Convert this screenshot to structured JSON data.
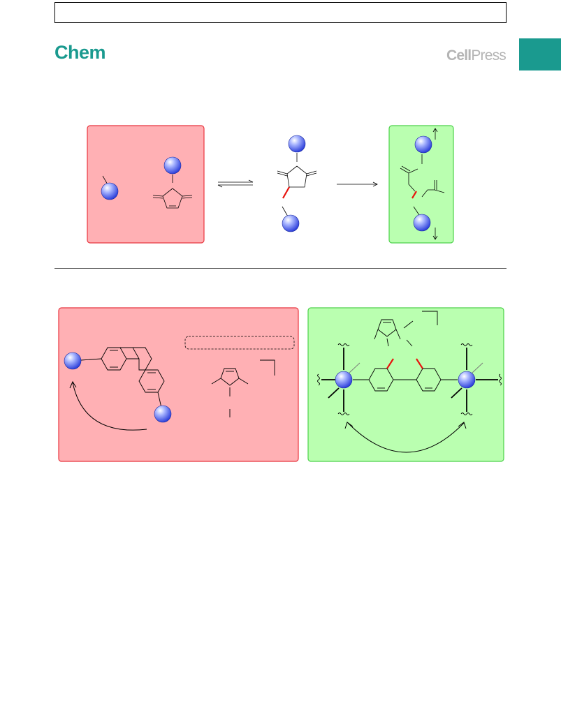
{
  "header": {
    "journal": "Chem",
    "publisher_bold": "Cell",
    "publisher_light": "Press"
  },
  "colors": {
    "brand": "#1a9a8f",
    "red_panel_fill": "#ffb0b4",
    "red_panel_border": "#e8343d",
    "green_panel_fill": "#baffb0",
    "green_panel_border": "#4cd14a",
    "sphere": "#3f57ea",
    "cleaved_bond": "#e8140e"
  },
  "icons": {
    "polymer_sphere": "blue-sphere-icon",
    "top_box": "empty-frame"
  }
}
